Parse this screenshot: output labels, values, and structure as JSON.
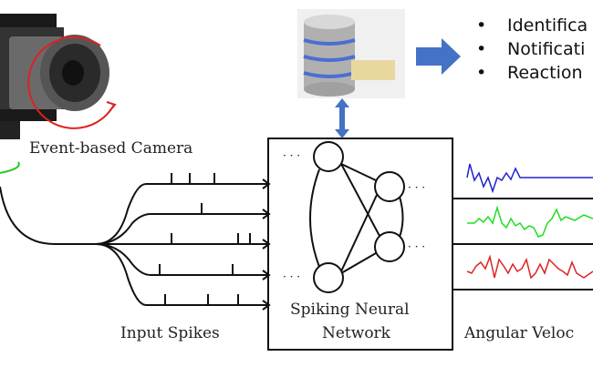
{
  "labels": {
    "camera": "Event-based Camera",
    "input_spikes": "Input Spikes",
    "snn_line1": "Spiking Neural",
    "snn_line2": "Network",
    "angular_velocity": "Angular Veloc"
  },
  "outputs": {
    "bullets": [
      "Identifica",
      "Notificati",
      "Reaction"
    ]
  },
  "colors": {
    "arrow_blue": "#4472c4",
    "signal_blue": "#2222cc",
    "signal_green": "#22dd22",
    "signal_red": "#dd2222",
    "rotation_red": "#dd2222"
  },
  "icons": {
    "camera": "camera-icon",
    "database": "database-icon"
  }
}
